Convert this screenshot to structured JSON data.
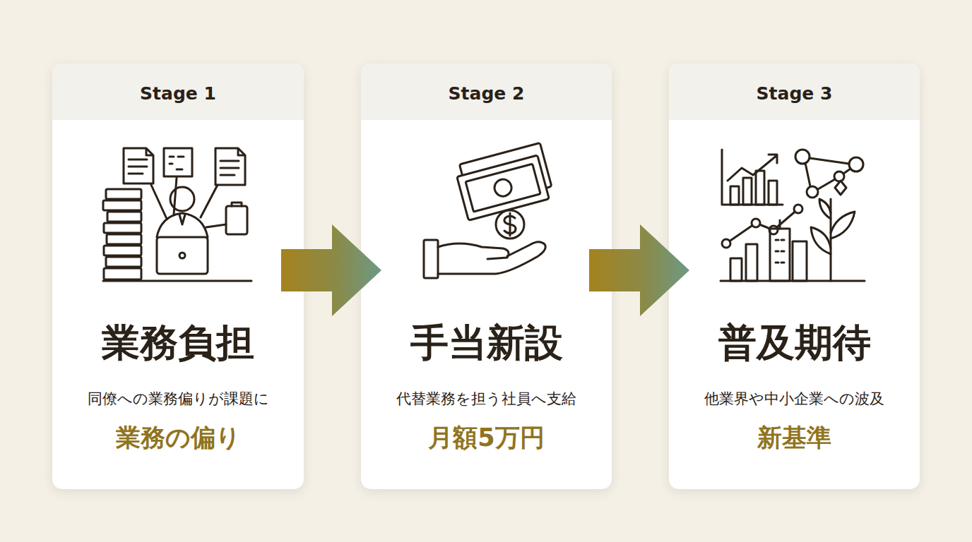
{
  "diagram": {
    "nodes": [
      {
        "text": [
          "Stage 1",
          "業務負担",
          "同僚への業務偏りが課題に",
          "業務の偏り"
        ]
      },
      {
        "text": [
          "Stage 2",
          "手当新設",
          "代替業務を担う社員へ支給",
          "月額5万円"
        ]
      },
      {
        "text": [
          "Stage 3",
          "普及期待",
          "他業界や中小企業への波及",
          "新基準"
        ]
      }
    ],
    "edges": [
      {
        "from": 0,
        "to": 1,
        "arrow": "to"
      },
      {
        "from": 1,
        "to": 2,
        "arrow": "to"
      }
    ]
  }
}
